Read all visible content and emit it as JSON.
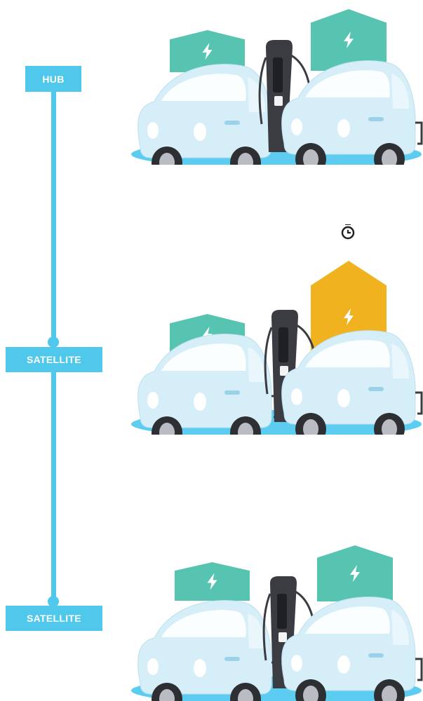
{
  "colors": {
    "accent": "#4fc8ec",
    "battery_full": "#57c4b2",
    "battery_waiting": "#f0b21f",
    "car_body": "#d6eef8",
    "ground": "#5ccdf1",
    "charger": "#3a3c42"
  },
  "tiers": [
    {
      "label": "HUB",
      "battery_states": [
        "full",
        "full"
      ],
      "timer_icon": false
    },
    {
      "label": "SATELLITE",
      "battery_states": [
        "full",
        "waiting"
      ],
      "timer_icon": true
    },
    {
      "label": "SATELLITE",
      "battery_states": [
        "full",
        "full"
      ],
      "timer_icon": false
    }
  ],
  "icons": {
    "battery": "lightning-bolt-icon",
    "timer": "stopwatch-icon"
  }
}
